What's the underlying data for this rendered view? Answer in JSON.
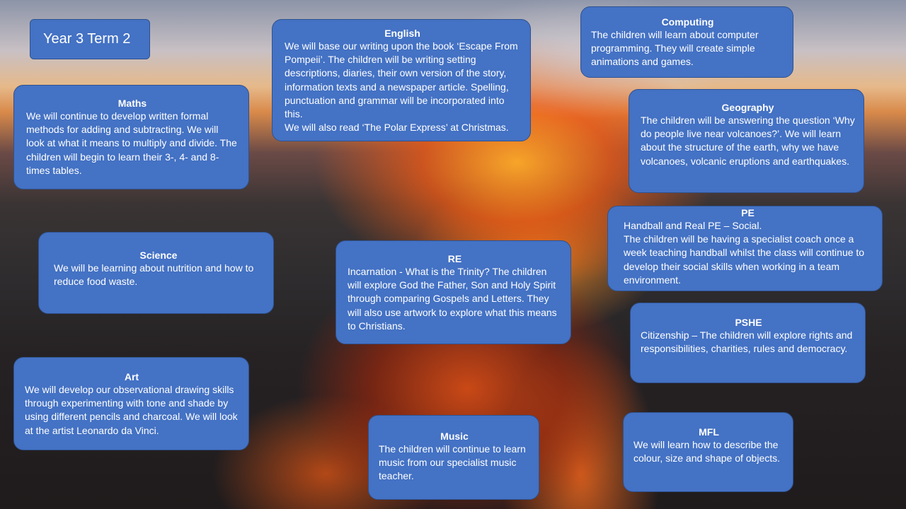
{
  "title": "Year 3 Term 2",
  "subjects": {
    "maths": {
      "heading": "Maths",
      "text": "We will continue to develop written formal methods for adding and subtracting. We will look at what it means to multiply and divide. The children will begin to learn their 3-, 4- and 8-times tables."
    },
    "english": {
      "heading": "English",
      "text": "We will base our writing upon the book ‘Escape From Pompeii’. The children will be writing setting descriptions, diaries, their own version of the story, information texts and a newspaper article. Spelling, punctuation and grammar will be incorporated into this.",
      "text2": "We will also read ‘The Polar Express’ at Christmas."
    },
    "computing": {
      "heading": "Computing",
      "text": "The children will learn about computer programming. They will create simple animations and games."
    },
    "geography": {
      "heading": "Geography",
      "text": "The children will be answering the question ‘Why do people live near volcanoes?’. We will learn about the structure of the earth, why we have volcanoes, volcanic eruptions and earthquakes."
    },
    "pe": {
      "heading": "PE",
      "text": "Handball and Real PE – Social.",
      "text2": "The children will be having a specialist coach once a week teaching handball whilst the class will continue to develop their social skills when working in a team environment."
    },
    "science": {
      "heading": "Science",
      "text": "We will be learning about nutrition and how to reduce food waste."
    },
    "re": {
      "heading": "RE",
      "text": "Incarnation - What is the Trinity? The children will explore God the Father, Son and Holy Spirit through comparing Gospels and Letters. They will also use artwork to explore what this means to Christians."
    },
    "pshe": {
      "heading": "PSHE",
      "text": "Citizenship – The children will explore rights and responsibilities, charities, rules and democracy."
    },
    "art": {
      "heading": "Art",
      "text": "We will develop our observational drawing skills through experimenting with tone and shade by using different pencils and charcoal. We will look at the artist Leonardo da Vinci."
    },
    "music": {
      "heading": "Music",
      "text": "The children will continue to learn music from our specialist music teacher."
    },
    "mfl": {
      "heading": "MFL",
      "text": "We will learn how to describe the colour, size and shape of objects."
    }
  }
}
